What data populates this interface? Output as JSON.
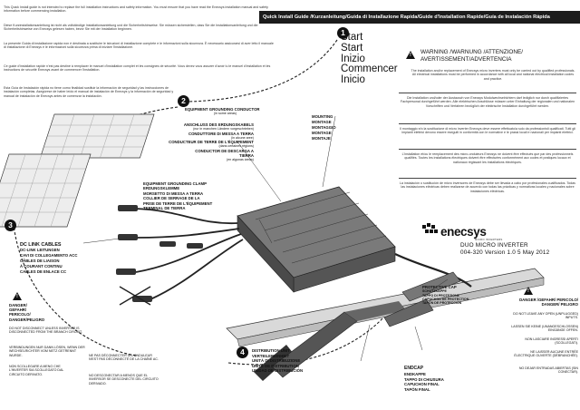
{
  "header": {
    "banner": "Quick Install Guide /Kurzanleitung/Guida di Installazione Rapida/Guide d'Installation Rapide/Guía de Instalación Rápida"
  },
  "intro": {
    "en": "This Quick Install guide is not intended to replace the full installation instructions and safety information. You must ensure that you have read the Enecsys installation manual and safety information before commencing installation.",
    "de": "Diese Kurzinstallationsanleitung ist nicht als vollständige Installationsanleitung und die Sicherheitshinweise. Sie müssen sicherstellen, dass Sie die Installationsanleitung und die Sicherheitshinweise von Enecsys gelesen haben, bevor Sie mit der Installation beginnen.",
    "it": "La presente Guida di installazione rapida non è destinata a sostituire le istruzioni di installazione complete e le informazioni sulla sicurezza. È necessario assicurarsi di aver letto il manuale di installazione di Enecsys e le informazioni sulla sicurezza prima di iniziare l'installazione.",
    "fr": "Ce guide d'installation rapide n'est pas destiné à remplacer le manuel d'installation complet et les consignes de sécurité. Vous devez vous assurer d'avoir lu le manuel d'installation et les instructions de sécurité Enecsys avant de commencer l'installation.",
    "es": "Esta Guía de Instalación rápida no tiene como finalidad sustituir la información de seguridad y las instrucciones de instalación completas. Asegúrese de haber leído el manual de instalación de Enecsys y la información de seguridad y manual de instalación de Enecsys antes de comenzar la instalación."
  },
  "start": [
    "Start",
    "Start",
    "Inizio",
    "Commencer",
    "Inicio"
  ],
  "steps": [
    "1",
    "2",
    "3",
    "4"
  ],
  "mounting": [
    "MOUNTING",
    "MONTAGE",
    "MONTAGGIO",
    "MONTAGE",
    "MONTAJE"
  ],
  "grounding": {
    "title": "EQUIPMENT GROUNDING CONDUCTOR",
    "sub": "(in some areas)",
    "de": "ANSCHLUSS DES ERDUNGSKABELS",
    "de_sub": "(nur in manchen Ländern vorgeschrieben)",
    "it": "CONDUTTORE DI MESSA A TERRA",
    "it_sub": "(in alcune aree)",
    "fr": "CONDUCTEUR DE TERRE DE L'ÉQUIPEMENT",
    "fr_sub": "(dans certaines régions)",
    "es": "CONDUCTOR DE DESCARGA A TIERRA",
    "es_sub": "(en algunas áreas)"
  },
  "clamp": [
    "EQUIPMENT GROUNDING CLAMP",
    "ERDUNGSKLEMME",
    "MORSETTO DI MESSA A TERRA",
    "COLLIER DE SERRAGE DE LA",
    "PRISE DE TERRE DE L'ÉQUIPEMENT",
    "TERMINAL DE TIERRA"
  ],
  "dclink": [
    "DC LINK CABLES",
    "DC-LINK LEITUNGEN",
    "CAVI DI COLLEGAMENTO ACC",
    "CÂBLES DE LIAISON",
    "À COURANT CONTINU",
    "CABLES DE ENLACE CC"
  ],
  "danger_left": [
    "DANGER/",
    "GEFAHR/",
    "PERICOLO/",
    "DANGER/PELIGRO"
  ],
  "left_notes": {
    "en": "DO NOT DISCONNECT UNLESS INVERTER IS DISCONNECTED FROM THE BRANCH CIRCUIT.",
    "de": "VERBINDUNGEN NUR DANN LÖSEN, WENN DER WECHSELRICHTER VOM NETZ GETRENNT WURDE.",
    "it": "NON SCOLLEGARE A MENO CHE L'INVERTER SIA SCOLLEGATO DAL CIRCUITO DERIVATO.",
    "fr": "NE PAS DÉCONNECTER SI L'ONDULEUR N'EST PAS DÉCONNECTÉ DE LA CHAÎNE AC.",
    "es": "NO DESCONECTAR A MENOS QUE EL INVERSOR SE DESCONECTE DEL CIRCUITO DERIVADO."
  },
  "protective_cap": [
    "PROTECTIVE CAP",
    "SCHUTZKAPPE",
    "TAPPO DI PROTEZIONE",
    "CAPUCHON DE PROTECTION",
    "TAPÓN DE PROTECCIÓN"
  ],
  "distribution": [
    "DISTRIBUTION UNIT",
    "VERTEILEREINHEIT",
    "UNITÀ DI DISTRIBUZIONE",
    "UNITÉ DE DISTRIBUTION",
    "UNIDAD DE DISTRIBUCIÓN"
  ],
  "endcap": [
    "ENDCAP",
    "ENDKAPPE",
    "TAPPO DI CHIUSURA",
    "CAPUCHON FINAL",
    "TAPÓN FINAL"
  ],
  "warning": {
    "title": "WARNING /WARNUNG /ATTENZIONE/ AVERTISSEMENT/ADVERTENCIA",
    "en": "The installation and/or replacement of Enecsys micro inverters must only be carried out by qualified professionals. All electrical installations must be performed in accordance with all local and national electrical installation codes and practice.",
    "de": "Die Installation und/oder der Austausch von Enecsys Modulwechselrichtern darf lediglich nur durch qualifiziertes Fachpersonal durchgeführt werden. Alle elektrischen Anschlüsse müssen unter Einhaltung der regionalen und nationalen Vorschriften und Verfahren bezüglich der elektrische Installation durchgeführt werden.",
    "it": "Il montaggio e/o la sostituzione di micro inverter Enecsys deve essere effettuato/a solo da professionisti qualificati. Tutti gli impianti elettrici devono essere eseguiti in conformità con le normative e le prassi locali e nazionali per impianti elettrici.",
    "fr": "L'installation et/ou le remplacement des micro-onduleurs Enecsys ne doivent être effectués que par des professionnels qualifiés. Toutes les installations électriques doivent être effectuées conformément aux codes et pratiques locaux et nationaux régissant les installations électriques.",
    "es": "La instalación o sustitución de micro inversores de Enecsys debe ser llevada a cabo por profesionales cualificados. Todas las instalaciones eléctricas deben realizarse de acuerdo con todas las prácticas y normativas locales y nacionales sobre instalaciones eléctricas."
  },
  "brand": {
    "logo": "enecsys",
    "tagline": "MICRO INVERTERS",
    "product": "DUO MICRO INVERTER",
    "version": "004-320 Version 1.0 5 May 2012"
  },
  "right_notes": {
    "danger": [
      "DANGER /GEFAHR/ PERICOLO/",
      "DANGER/ PELIGRO"
    ],
    "en": "DO NOT LEAVE ANY OPEN (UNPLUGGED) INPUTS.",
    "de": "LASSEN SIE KEINE (UNANGESCHLOSSEN) EINGÄNGE OFFEN.",
    "it": "NON LASCIARE INGRESSI APERTI (SCOLLEGATI).",
    "fr": "NE LAISSER AUCUNE ENTRÉE ÉLECTRIQUE OUVERTE (DÉBRANCHÉE).",
    "es": "NO DEJAR ENTRADAS ABIERTAS (SIN CONECTAR)."
  },
  "colors": {
    "ink": "#111111",
    "banner": "#1c1c1c",
    "panel": "#e8e8e8",
    "device": "#6d6d6d"
  }
}
